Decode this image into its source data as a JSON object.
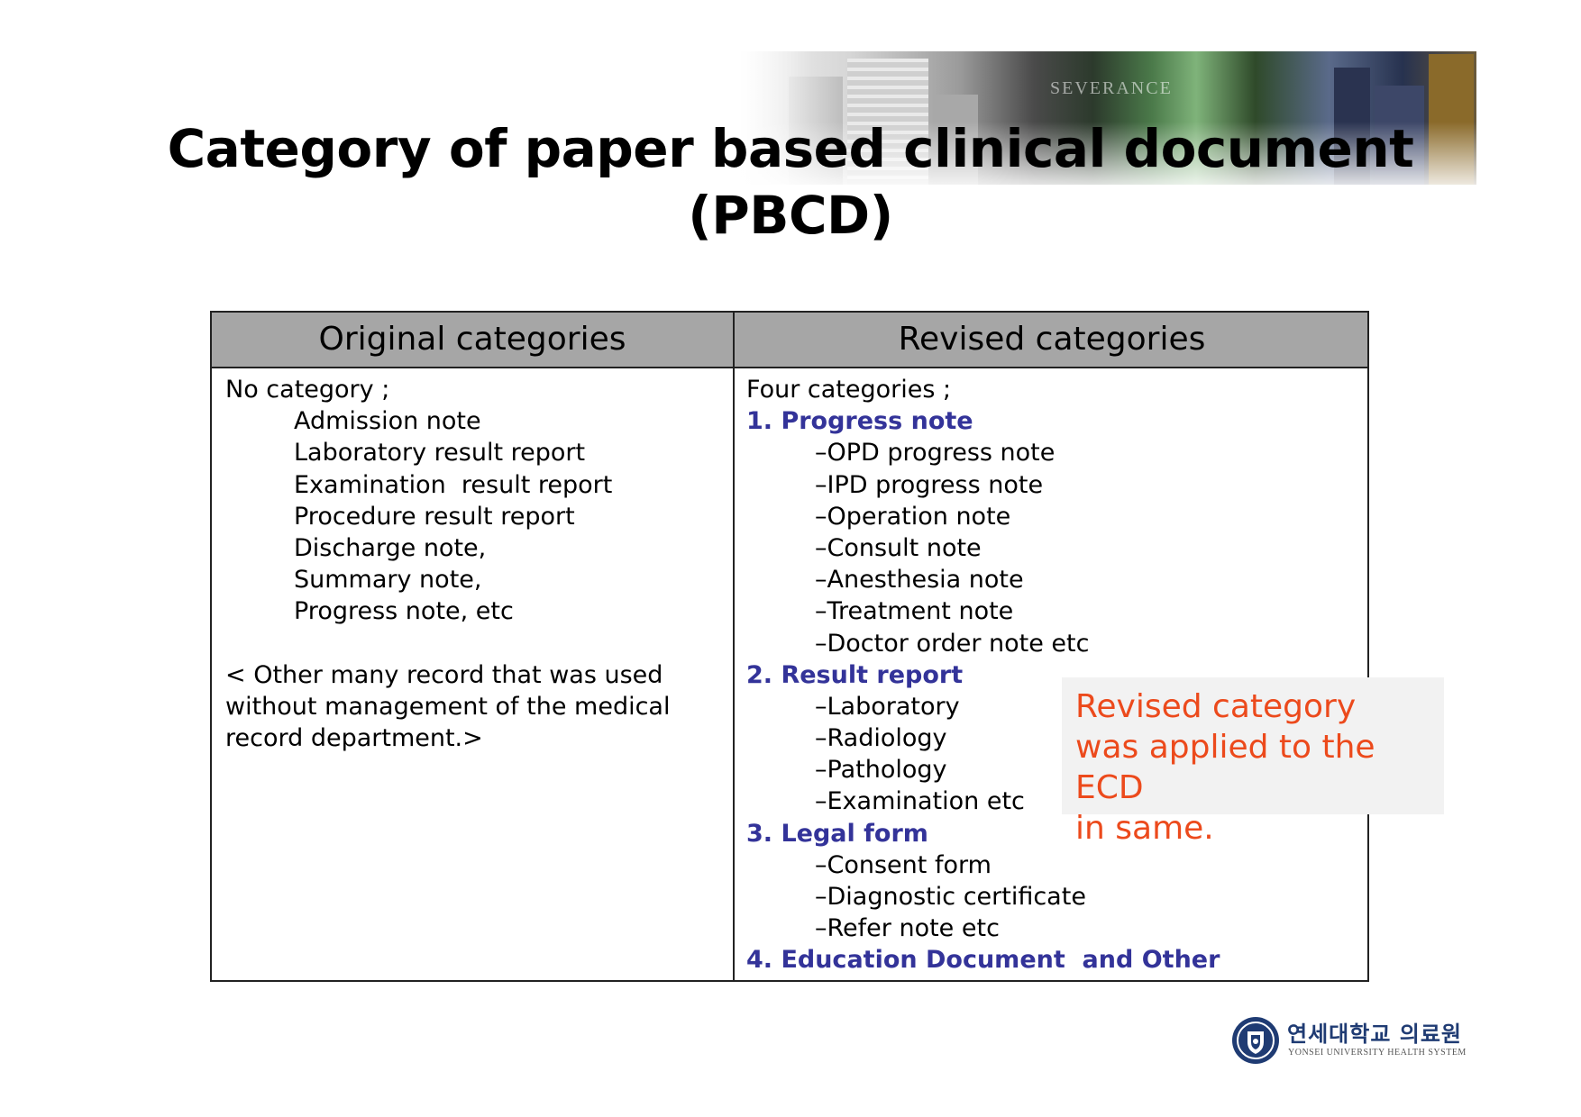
{
  "banner": {
    "text": "SEVERANCE"
  },
  "title": {
    "line1": "Category of paper based clinical document",
    "line2": "(PBCD)"
  },
  "table": {
    "headers": {
      "original": "Original categories",
      "revised": "Revised categories"
    },
    "original": {
      "intro": "No category ;",
      "items": [
        "Admission note",
        "Laboratory result report",
        "Examination  result report",
        "Procedure result report",
        "Discharge note,",
        "Summary note,",
        "Progress note, etc"
      ],
      "note": [
        "< Other many record that was used",
        "without management of the medical",
        "record department.>"
      ]
    },
    "revised": {
      "intro": "Four categories ;",
      "groups": [
        {
          "title": "1. Progress note",
          "items": [
            "–OPD progress note",
            "–IPD progress note",
            "–Operation note",
            "–Consult note",
            "–Anesthesia note",
            "–Treatment note",
            "–Doctor order note etc"
          ]
        },
        {
          "title": "2. Result report",
          "items": [
            "–Laboratory",
            "–Radiology",
            "–Pathology",
            "–Examination etc"
          ]
        },
        {
          "title": "3. Legal form",
          "items": [
            "–Consent form",
            "–Diagnostic certificate",
            "–Refer note etc"
          ]
        },
        {
          "title": "4. Education Document  and Other",
          "items": []
        }
      ]
    }
  },
  "callout": {
    "lines": [
      "Revised category",
      "was applied to the ECD",
      "in same."
    ]
  },
  "logo": {
    "korean": "연세대학교 의료원",
    "english": "YONSEI UNIVERSITY HEALTH SYSTEM"
  },
  "colors": {
    "header_bg": "#a6a6a6",
    "group_title": "#333399",
    "callout_text": "#ec4a1c",
    "callout_bg": "#f2f2f2"
  }
}
